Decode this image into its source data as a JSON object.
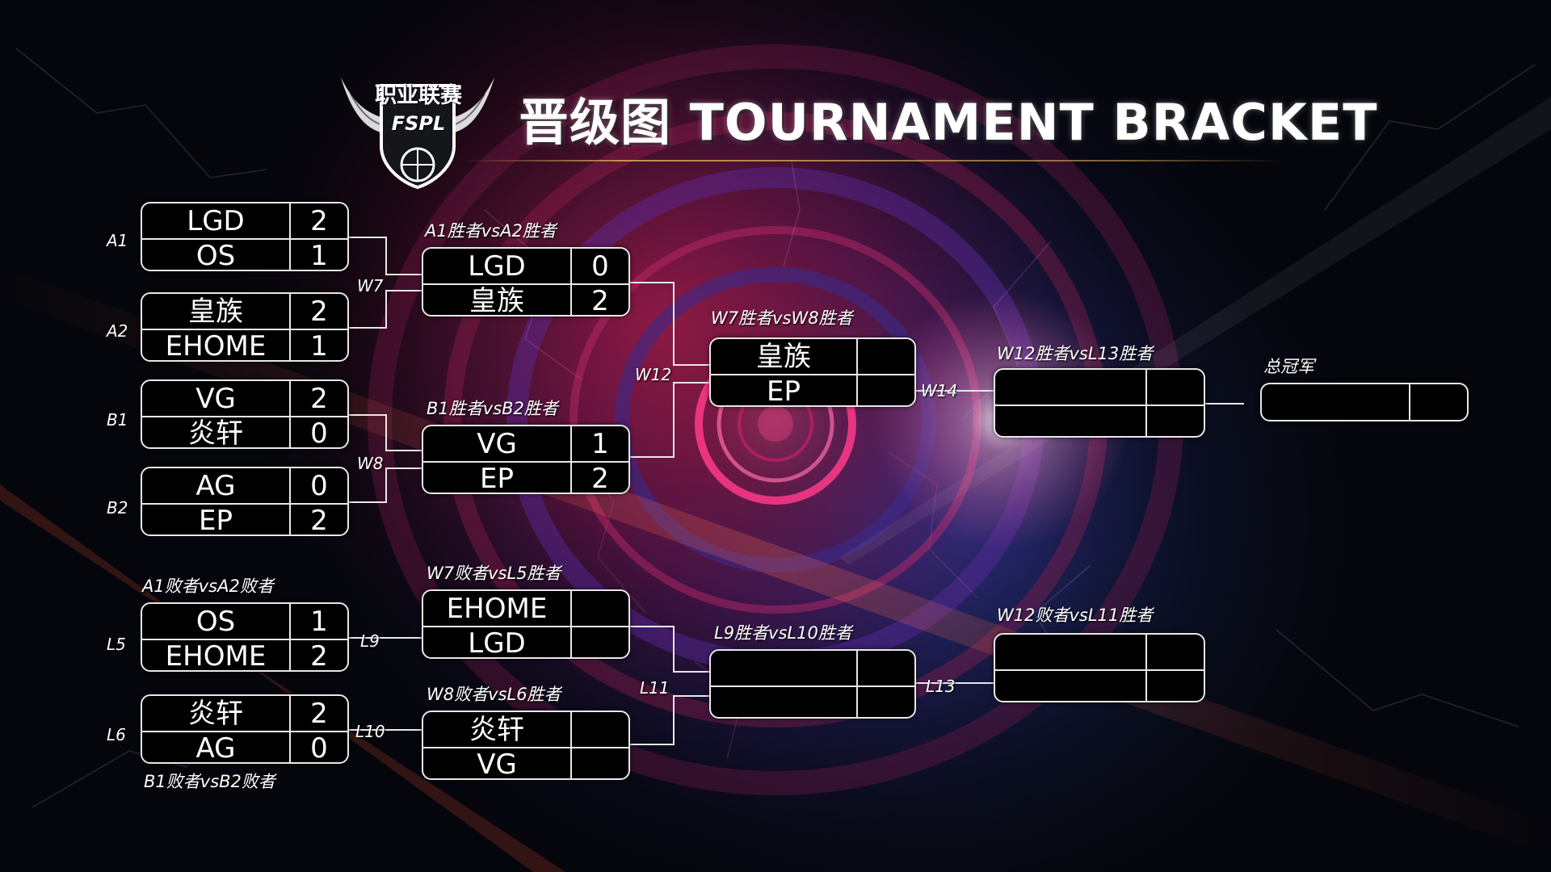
{
  "header": {
    "logo_text": "职业联赛",
    "logo_abbr": "FSPL",
    "title": "晋级图 TOURNAMENT BRACKET"
  },
  "group_labels": {
    "a1": "A1",
    "a2": "A2",
    "b1": "B1",
    "b2": "B2",
    "l5": "L5",
    "l6": "L6"
  },
  "connector_labels": {
    "w7": "W7",
    "w8": "W8",
    "w12": "W12",
    "w14": "W14",
    "l9": "L9",
    "l10": "L10",
    "l11": "L11",
    "l13": "L13"
  },
  "match_titles": {
    "w7": "A1胜者vsA2胜者",
    "w8": "B1胜者vsB2胜者",
    "w12": "W7胜者vsW8胜者",
    "w14": "W12胜者vsL13胜者",
    "champion": "总冠军",
    "l5": "A1败者vsA2败者",
    "l6": "B1败者vsB2败者",
    "l9": "W7败者vsL5胜者",
    "l10": "W8败者vsL6胜者",
    "l11": "L9胜者vsL10胜者",
    "l13": "W12败者vsL11胜者"
  },
  "matches": {
    "a1": {
      "top": {
        "team": "LGD",
        "score": "2"
      },
      "bot": {
        "team": "OS",
        "score": "1"
      }
    },
    "a2": {
      "top": {
        "team": "皇族",
        "score": "2"
      },
      "bot": {
        "team": "EHOME",
        "score": "1"
      }
    },
    "b1": {
      "top": {
        "team": "VG",
        "score": "2"
      },
      "bot": {
        "team": "炎轩",
        "score": "0"
      }
    },
    "b2": {
      "top": {
        "team": "AG",
        "score": "0"
      },
      "bot": {
        "team": "EP",
        "score": "2"
      }
    },
    "w7": {
      "top": {
        "team": "LGD",
        "score": "0"
      },
      "bot": {
        "team": "皇族",
        "score": "2"
      }
    },
    "w8": {
      "top": {
        "team": "VG",
        "score": "1"
      },
      "bot": {
        "team": "EP",
        "score": "2"
      }
    },
    "w12": {
      "top": {
        "team": "皇族",
        "score": ""
      },
      "bot": {
        "team": "EP",
        "score": ""
      }
    },
    "w14": {
      "top": {
        "team": "",
        "score": ""
      },
      "bot": {
        "team": "",
        "score": ""
      }
    },
    "champion": {
      "top": {
        "team": "",
        "score": ""
      }
    },
    "l5": {
      "top": {
        "team": "OS",
        "score": "1"
      },
      "bot": {
        "team": "EHOME",
        "score": "2"
      }
    },
    "l6": {
      "top": {
        "team": "炎轩",
        "score": "2"
      },
      "bot": {
        "team": "AG",
        "score": "0"
      }
    },
    "l9": {
      "top": {
        "team": "EHOME",
        "score": ""
      },
      "bot": {
        "team": "LGD",
        "score": ""
      }
    },
    "l10": {
      "top": {
        "team": "炎轩",
        "score": ""
      },
      "bot": {
        "team": "VG",
        "score": ""
      }
    },
    "l11": {
      "top": {
        "team": "",
        "score": ""
      },
      "bot": {
        "team": "",
        "score": ""
      }
    },
    "l13": {
      "top": {
        "team": "",
        "score": ""
      },
      "bot": {
        "team": "",
        "score": ""
      }
    }
  },
  "colors": {
    "background": "#05060c",
    "glow_red": "#c2183a",
    "glow_purple": "#6a2aa8",
    "glow_blue": "#2a4cc8",
    "accent_gold": "#d2a050",
    "box_border": "#e8e8e8"
  }
}
